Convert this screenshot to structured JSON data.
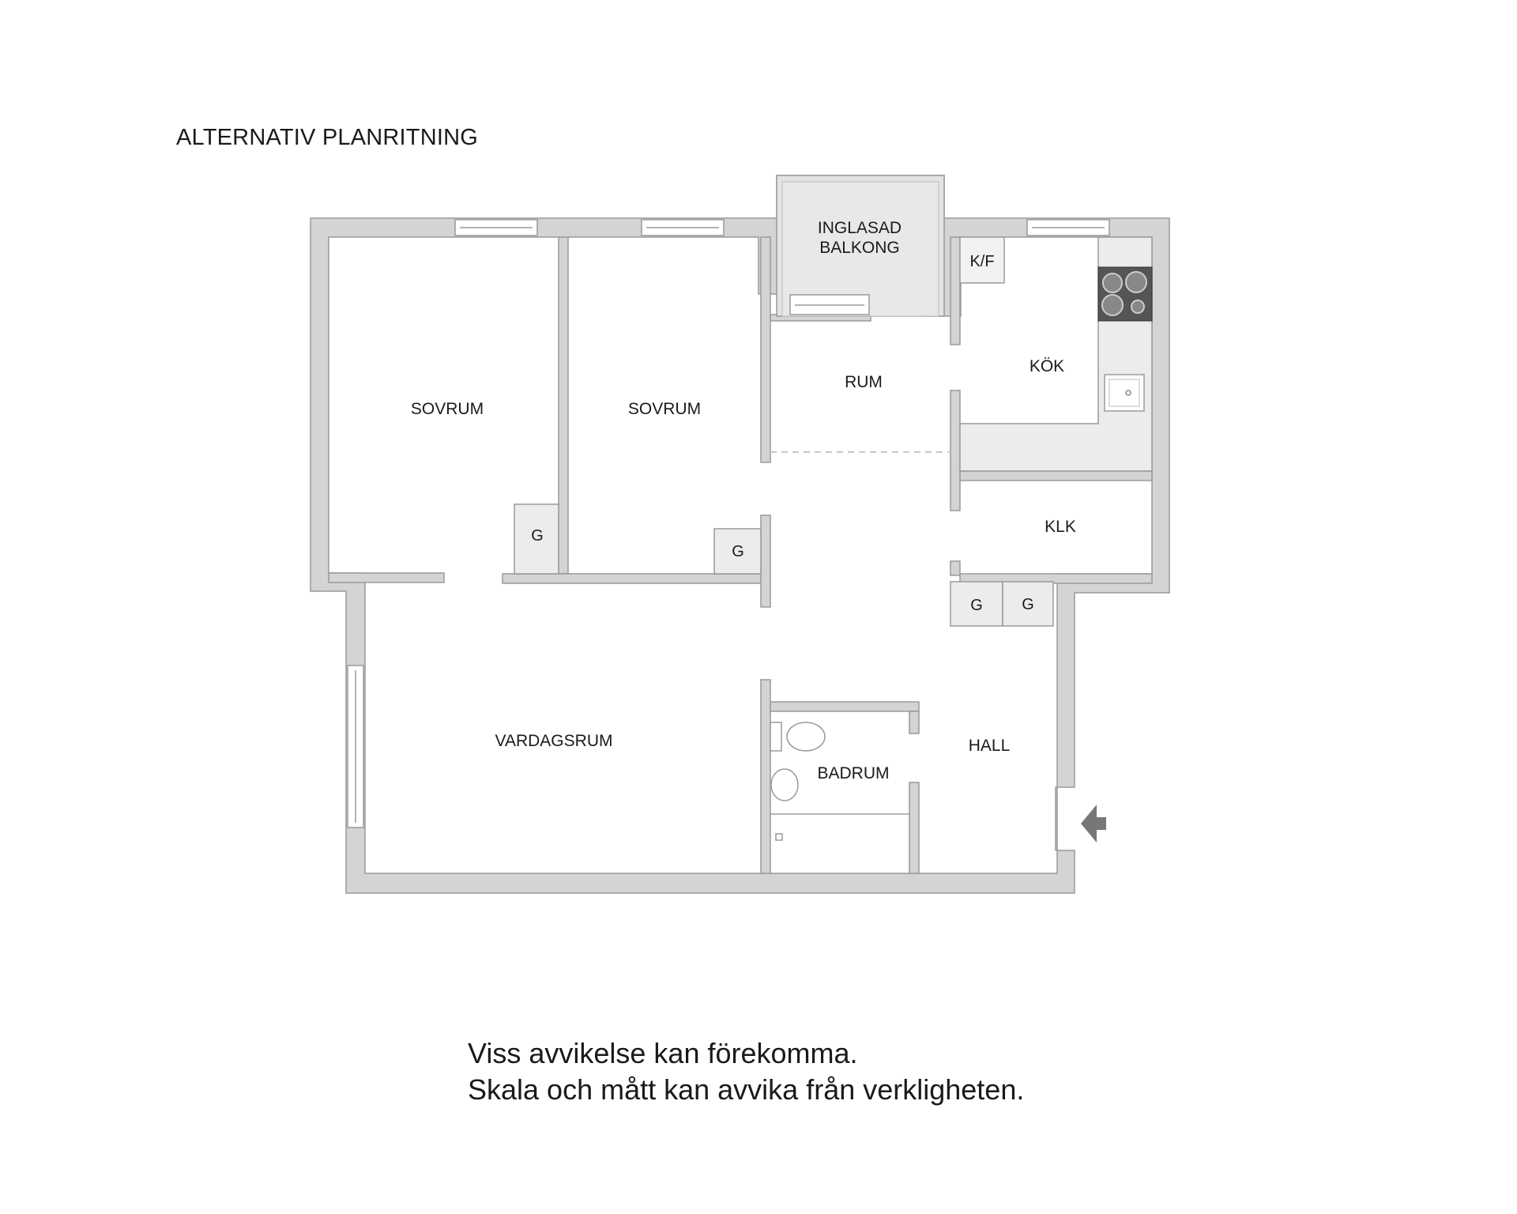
{
  "page": {
    "title": "ALTERNATIV PLANRITNING"
  },
  "rooms": {
    "sovrum_left": "SOVRUM",
    "sovrum_mid": "SOVRUM",
    "balkong_line1": "INGLASAD",
    "balkong_line2": "BALKONG",
    "rum": "RUM",
    "kok": "KÖK",
    "kf": "K/F",
    "klk": "KLK",
    "vardagsrum": "VARDAGSRUM",
    "badrum": "BADRUM",
    "hall": "HALL"
  },
  "closets": {
    "g1": "G",
    "g2": "G",
    "g3": "G",
    "g4": "G"
  },
  "disclaimer": {
    "line1": "Viss avvikelse kan förekomma.",
    "line2": "Skala och mått kan avvika från verkligheten."
  },
  "colors": {
    "wall": "#d4d4d4",
    "wall_outline": "#9a9a9a",
    "fixture": "#e8e8e8",
    "stove": "#555555",
    "entry_arrow": "#777777"
  }
}
